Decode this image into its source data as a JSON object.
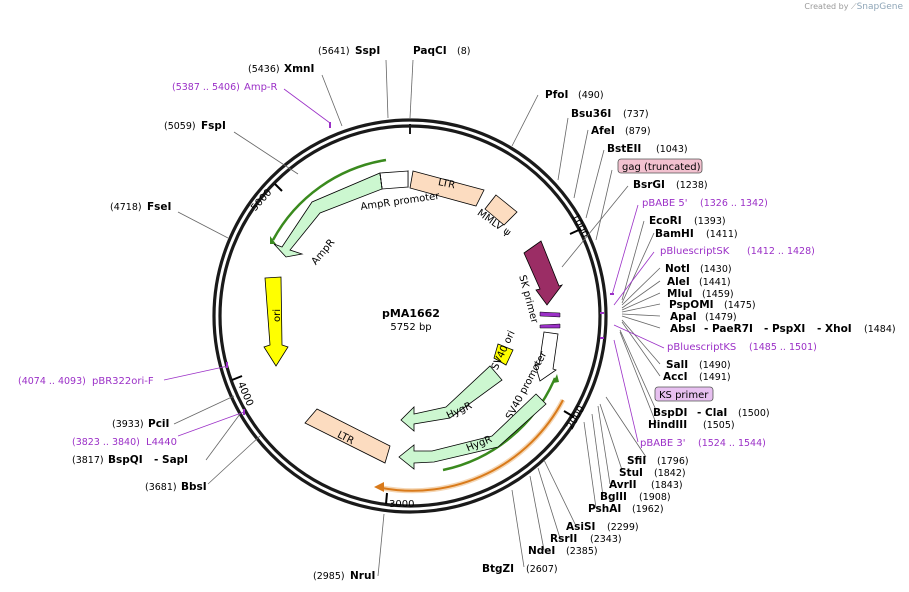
{
  "plasmid": {
    "name": "pMA1662",
    "size_label": "5752 bp"
  },
  "watermark": {
    "created_by": "Created by",
    "brand": "SnapGene"
  },
  "ticks": [
    "1000",
    "2000",
    "3000",
    "4000",
    "5000"
  ],
  "enzymes_right": [
    {
      "name": "PfoI",
      "pos": "(490)"
    },
    {
      "name": "Bsu36I",
      "pos": "(737)"
    },
    {
      "name": "AfeI",
      "pos": "(879)"
    },
    {
      "name": "BstEII",
      "pos": "(1043)"
    },
    {
      "name": "BsrGI",
      "pos": "(1238)"
    },
    {
      "name": "EcoRI",
      "pos": "(1393)"
    },
    {
      "name": "BamHI",
      "pos": "(1411)"
    },
    {
      "name": "NotI",
      "pos": "(1430)"
    },
    {
      "name": "AleI",
      "pos": "(1441)"
    },
    {
      "name": "MluI",
      "pos": "(1459)"
    },
    {
      "name": "PspOMI",
      "pos": "(1475)"
    },
    {
      "name": "ApaI",
      "pos": "(1479)"
    },
    {
      "name": "SalI",
      "pos": "(1490)"
    },
    {
      "name": "AccI",
      "pos": "(1491)"
    },
    {
      "name": "HindIII",
      "pos": "(1505)"
    },
    {
      "name": "SfiI",
      "pos": "(1796)"
    },
    {
      "name": "StuI",
      "pos": "(1842)"
    },
    {
      "name": "AvrII",
      "pos": "(1843)"
    },
    {
      "name": "BglII",
      "pos": "(1908)"
    },
    {
      "name": "PshAI",
      "pos": "(1962)"
    },
    {
      "name": "AsiSI",
      "pos": "(2299)"
    },
    {
      "name": "RsrII",
      "pos": "(2343)"
    },
    {
      "name": "NdeI",
      "pos": "(2385)"
    },
    {
      "name": "BtgZI",
      "pos": "(2607)"
    }
  ],
  "enzyme_multi_abs": {
    "parts": [
      "AbsI",
      "- PaeR7I",
      "- PspXI",
      "- XhoI"
    ],
    "pos": "(1484)"
  },
  "enzyme_multi_bspdi": {
    "parts": [
      "BspDI",
      "- ClaI"
    ],
    "pos": "(1500)"
  },
  "enzymes_left": [
    {
      "name": "PaqCI",
      "pos": "(8)"
    },
    {
      "name": "SspI",
      "pos": "(5641)"
    },
    {
      "name": "XmnI",
      "pos": "(5436)"
    },
    {
      "name": "FspI",
      "pos": "(5059)"
    },
    {
      "name": "FseI",
      "pos": "(4718)"
    },
    {
      "name": "PciI",
      "pos": "(3933)"
    },
    {
      "name": "BbsI",
      "pos": "(3681)"
    },
    {
      "name": "NruI",
      "pos": "(2985)"
    }
  ],
  "enzyme_multi_bspqi": {
    "parts": [
      "BspQI",
      "- SapI"
    ],
    "pos": "(3817)"
  },
  "primers": [
    {
      "name": "pBABE 5'",
      "pos": "(1326 .. 1342)"
    },
    {
      "name": "pBluescriptSK",
      "pos": "(1412 .. 1428)"
    },
    {
      "name": "pBluescriptKS",
      "pos": "(1485 .. 1501)"
    },
    {
      "name": "pBABE 3'",
      "pos": "(1524 .. 1544)"
    },
    {
      "name": "Amp-R",
      "pos": "(5387 .. 5406)"
    },
    {
      "name": "pBR322ori-F",
      "pos": "(4074 .. 4093)"
    },
    {
      "name": "L4440",
      "pos": "(3823 .. 3840)"
    }
  ],
  "boxed_features": {
    "gag": "gag (truncated)",
    "ks_primer": "KS primer"
  },
  "features": {
    "ltr_top": "LTR",
    "mmlv": "MMLV ψ",
    "ampr_promoter": "AmpR promoter",
    "ampr": "AmpR",
    "ori": "ori",
    "sk_primer": "SK primer",
    "sv40_ori": "SV40 ori",
    "sv40_promoter": "SV40 promoter",
    "hygr_inner": "HygR",
    "hygr_outer": "HygR",
    "ltr_bottom": "LTR"
  },
  "colors": {
    "backbone": "#1a1a1a",
    "primer": "#9b30c7",
    "ltr": "#fcdcc0",
    "ampr": "#ccf7d0",
    "ori": "#ffff00",
    "sk_primer": "#9b2d65",
    "sv40_ori": "#ffff00",
    "gag_box": "#f2c1cf",
    "ks_box": "#e7c0f0",
    "orf_green": "#3a8a1e",
    "orf_orange": "#d97a1a"
  }
}
